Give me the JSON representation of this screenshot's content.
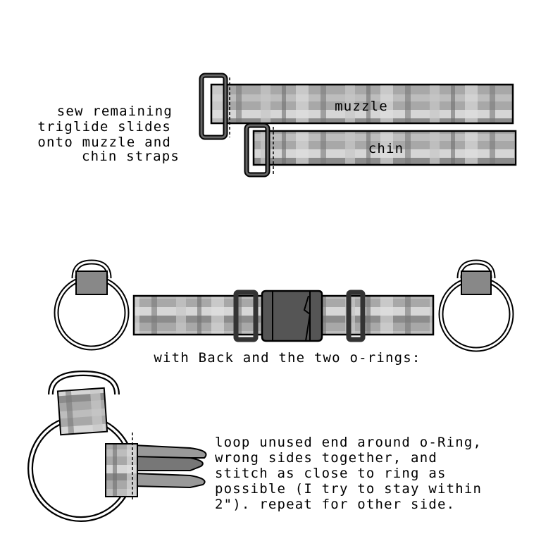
{
  "step_top": {
    "instruction_lines": [
      "sew remaining",
      "triglide slides",
      "onto muzzle and",
      "chin straps"
    ],
    "muzzle_label": "muzzle",
    "chin_label": "chin"
  },
  "step_middle": {
    "caption": "with Back and the two o-rings:"
  },
  "step_bottom": {
    "instruction_lines": [
      "loop unused end around o-Ring,",
      "wrong sides together, and",
      "stitch as close to ring as",
      "possible (I try to stay within",
      "2\"). repeat for other side."
    ]
  },
  "colors": {
    "webbing_light": "#c8c8c8",
    "webbing_mid": "#9a9a9a",
    "webbing_dark": "#7a7a7a",
    "hardware": "#555555",
    "outline": "#000000"
  }
}
